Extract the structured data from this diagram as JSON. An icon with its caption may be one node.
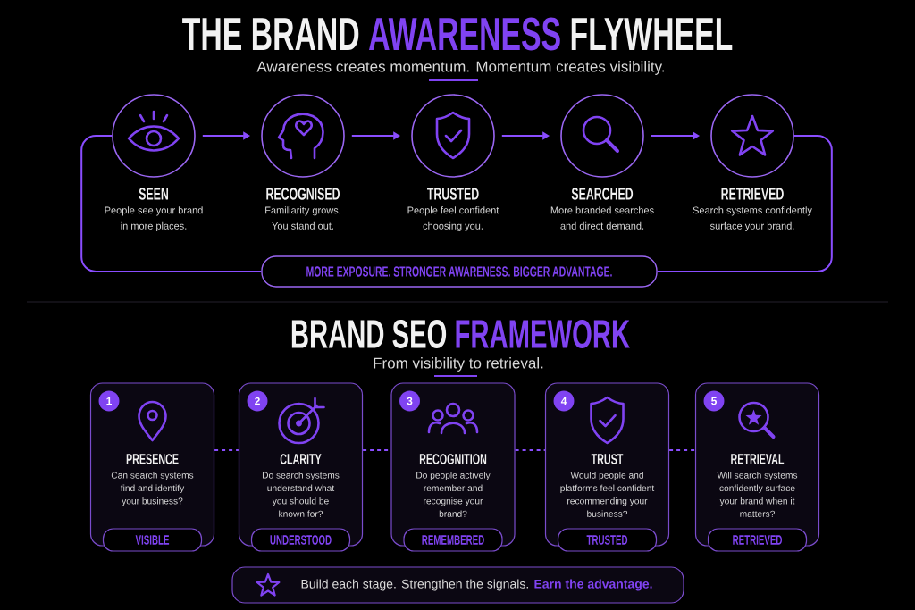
{
  "diagram": {
    "title": "THE BRAND **AWARENESS** FLYWHEEL",
    "nodes": [
      {
        "text": [
          "SEEN",
          "People see your brand in more places."
        ]
      },
      {
        "text": [
          "RECOGNISED",
          "Familiarity grows. You stand out."
        ]
      },
      {
        "text": [
          "TRUSTED",
          "People feel confident choosing you."
        ]
      },
      {
        "text": [
          "SEARCHED",
          "More branded searches and direct demand."
        ]
      },
      {
        "text": [
          "RETRIEVED",
          "Search systems confidently surface your brand."
        ]
      },
      {
        "text": [
          "MORE EXPOSURE. STRONGER AWARENESS. BIGGER ADVANTAGE."
        ]
      },
      {
        "text": [
          "PRESENCE",
          "Can search systems find and identify your business?"
        ]
      },
      {
        "text": [
          "1"
        ],
        "in": 6
      },
      {
        "text": [
          "VISIBLE"
        ]
      },
      {
        "text": [
          "CLARITY",
          "Do search systems understand what you should be known for?"
        ]
      },
      {
        "text": [
          "2"
        ],
        "in": 9
      },
      {
        "text": [
          "UNDERSTOOD"
        ]
      },
      {
        "text": [
          "RECOGNITION",
          "Do people actively remember and recognise your brand?"
        ]
      },
      {
        "text": [
          "3"
        ],
        "in": 12
      },
      {
        "text": [
          "REMEMBERED"
        ]
      },
      {
        "text": [
          "TRUST",
          "Would people and platforms feel confident recommending your business?"
        ]
      },
      {
        "text": [
          "4"
        ],
        "in": 15
      },
      {
        "text": [
          "TRUSTED"
        ]
      },
      {
        "text": [
          "RETRIEVAL",
          "Will search systems confidently surface your brand when it matters?"
        ]
      },
      {
        "text": [
          "5"
        ],
        "in": 18
      },
      {
        "text": [
          "RETRIEVED"
        ]
      },
      {
        "text": [
          "Build each stage. Strengthen the signals. **Earn the advantage.**"
        ]
      }
    ],
    "edges": [
      {
        "from": 0,
        "to": 1,
        "arrow": "to"
      },
      {
        "from": 1,
        "to": 2,
        "arrow": "to"
      },
      {
        "from": 2,
        "to": 3,
        "arrow": "to"
      },
      {
        "from": 3,
        "to": 4,
        "arrow": "to"
      },
      {
        "from": 4,
        "to": 5,
        "arrow": "none"
      },
      {
        "from": 5,
        "to": 0,
        "arrow": "none"
      },
      {
        "from": 6,
        "to": 9,
        "arrow": "none",
        "style": "dashed"
      },
      {
        "from": 9,
        "to": 12,
        "arrow": "none",
        "style": "dashed"
      },
      {
        "from": 12,
        "to": 15,
        "arrow": "none",
        "style": "dashed"
      },
      {
        "from": 15,
        "to": 18,
        "arrow": "none",
        "style": "dashed"
      }
    ],
    "labels": [
      "Awareness creates momentum. Momentum creates visibility.",
      "BRAND SEO **FRAMEWORK**",
      "From visibility to retrieval."
    ]
  }
}
